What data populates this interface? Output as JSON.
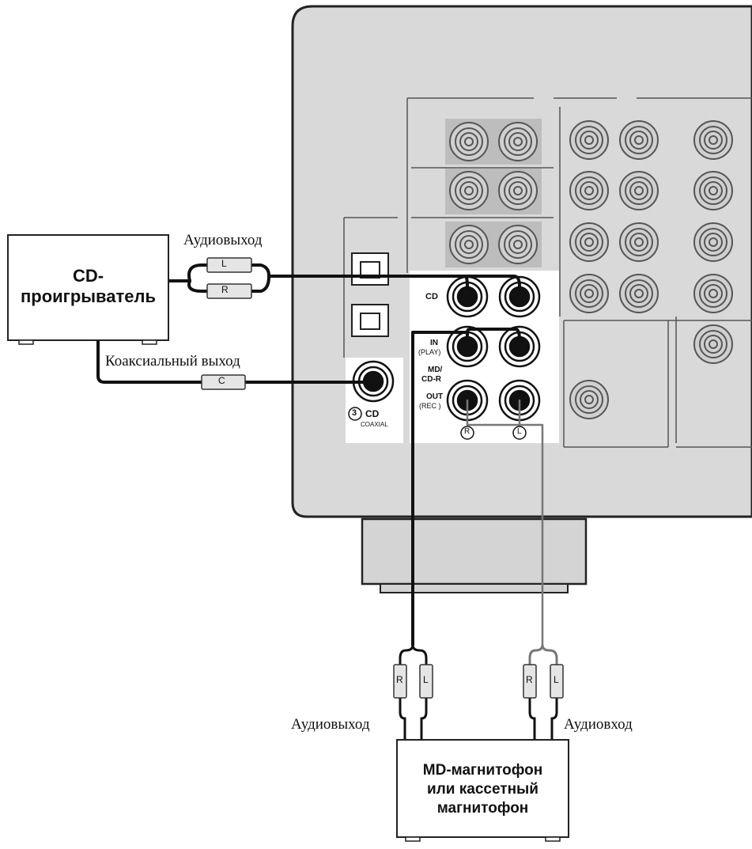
{
  "devices": {
    "cd_player": {
      "line1": "CD-",
      "line2": "проигрыватель"
    },
    "recorder": {
      "line1": "MD-магнитофон",
      "line2": "или кассетный",
      "line3": "магнитофон"
    }
  },
  "captions": {
    "cd_audio_out": "Аудиовыход",
    "coaxial_out": "Коаксиальный выход",
    "recorder_audio_out": "Аудиовыход",
    "recorder_audio_in": "Аудиовход"
  },
  "receiver_panel": {
    "cd": "CD",
    "in": "IN",
    "play": "(PLAY)",
    "md": "MD/",
    "cdr": "CD-R",
    "out": "OUT",
    "rec": "(REC )",
    "coax_number": "3",
    "coax_cd": "CD",
    "coaxial": "COAXIAL",
    "r_marker": "R",
    "l_marker": "L"
  },
  "plugs": {
    "l": "L",
    "r": "R",
    "c": "C"
  },
  "colors": {
    "panel": "#d9d9d9",
    "panel_border": "#222222",
    "white_section": "#ffffff",
    "cable": "#111111",
    "jack_gray": "#bdbdbd"
  }
}
